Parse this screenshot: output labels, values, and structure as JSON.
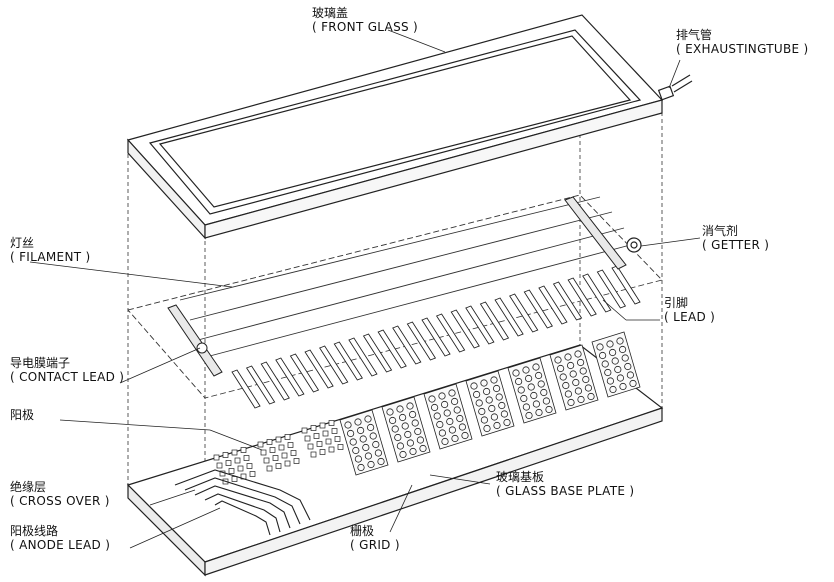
{
  "labels": {
    "front_glass": {
      "cn": "玻璃盖",
      "en": "( FRONT GLASS )"
    },
    "exhaust_tube": {
      "cn": "排气管",
      "en": "( EXHAUSTINGTUBE )"
    },
    "filament": {
      "cn": "灯丝",
      "en": "( FILAMENT )"
    },
    "getter": {
      "cn": "消气剂",
      "en": "( GETTER )"
    },
    "lead": {
      "cn": "引脚",
      "en": "( LEAD )"
    },
    "contact_lead": {
      "cn": "导电膜端子",
      "en": "( CONTACT LEAD )"
    },
    "anode": {
      "cn": "阳极"
    },
    "cross_over": {
      "cn": "绝缘层",
      "en": "( CROSS OVER )"
    },
    "glass_base_plate": {
      "cn": "玻璃基板",
      "en": "( GLASS BASE PLATE )"
    },
    "anode_lead": {
      "cn": "阳极线路",
      "en": "( ANODE LEAD )"
    },
    "grid": {
      "cn": "栅极",
      "en": "( GRID )"
    }
  },
  "colors": {
    "line": "#222222",
    "background": "#ffffff"
  }
}
